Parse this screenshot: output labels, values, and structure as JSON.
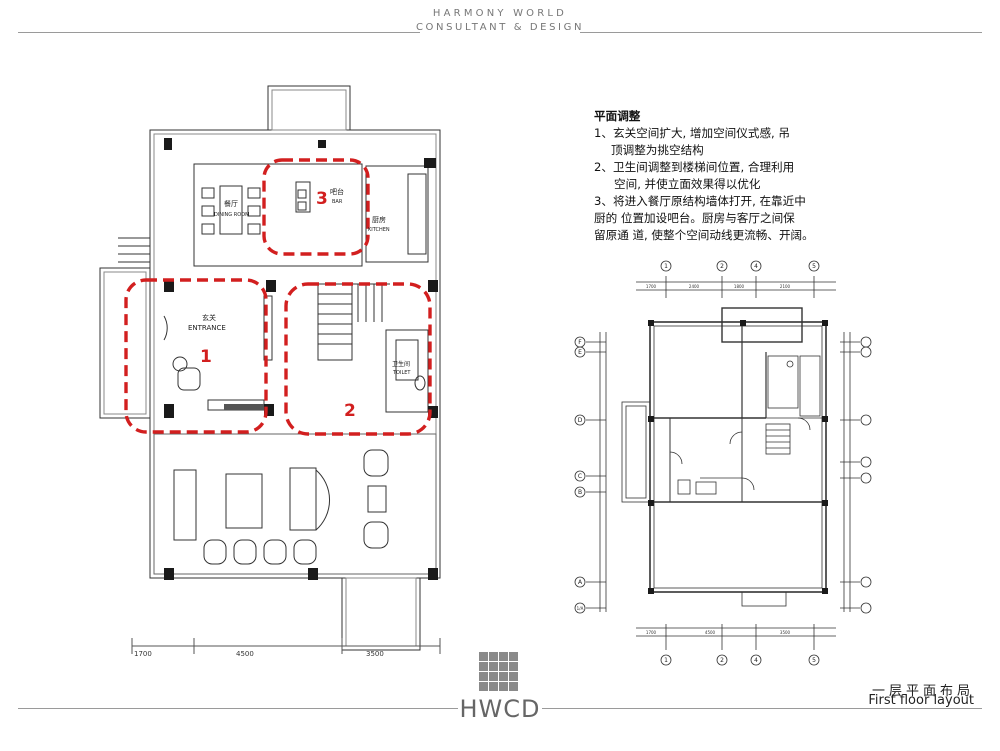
{
  "header": {
    "brand_line1": "HARMONY WORLD",
    "brand_line2": "CONSULTANT & DESIGN"
  },
  "plan_left": {
    "rooms": {
      "dining_cn": "餐厅",
      "dining_en": "DINING ROOM",
      "bar_cn": "吧台",
      "bar_en": "BAR",
      "kitchen_cn": "厨房",
      "kitchen_en": "KITCHEN",
      "entrance_cn": "玄关",
      "entrance_en": "ENTRANCE",
      "toilet_cn": "卫生间",
      "toilet_en": "TOILET"
    },
    "zone_numbers": [
      "1",
      "2",
      "3"
    ],
    "dimensions": [
      "1700",
      "4500",
      "3500"
    ]
  },
  "notes": {
    "title": "平面调整",
    "item1_a": "1、玄关空间扩大, 增加空间仪式感, 吊",
    "item1_b": "顶调整为挑空结构",
    "item2_a": "2、卫生间调整到楼梯间位置, 合理利用",
    "item2_b": "空间, 并使立面效果得以优化",
    "item3_a": "3、将进入餐厅原结构墙体打开, 在靠近中",
    "item3_b": "厨的    位置加设吧台。厨房与客厅之间保",
    "item3_c": "留原通 道, 使整个空间动线更流畅、开阔。"
  },
  "plan_right": {
    "axis_top": [
      "1",
      "2",
      "4",
      "5"
    ],
    "axis_bottom": [
      "1",
      "2",
      "4",
      "5"
    ],
    "axis_side": [
      "F",
      "E",
      "D",
      "C",
      "B",
      "A",
      "1/A"
    ],
    "dim_top": [
      "1700",
      "2400",
      "1800",
      "2100"
    ],
    "dim_bottom": [
      "1700",
      "4500",
      "3500"
    ]
  },
  "footer": {
    "title_cn": "一层平面布局",
    "title_en": "First  floor layout",
    "logo": "HWCD"
  },
  "colors": {
    "accent_red": "#d21f1f",
    "line": "#333333",
    "wall_fill": "#1a1a1a",
    "gray": "#9a9a9a"
  }
}
